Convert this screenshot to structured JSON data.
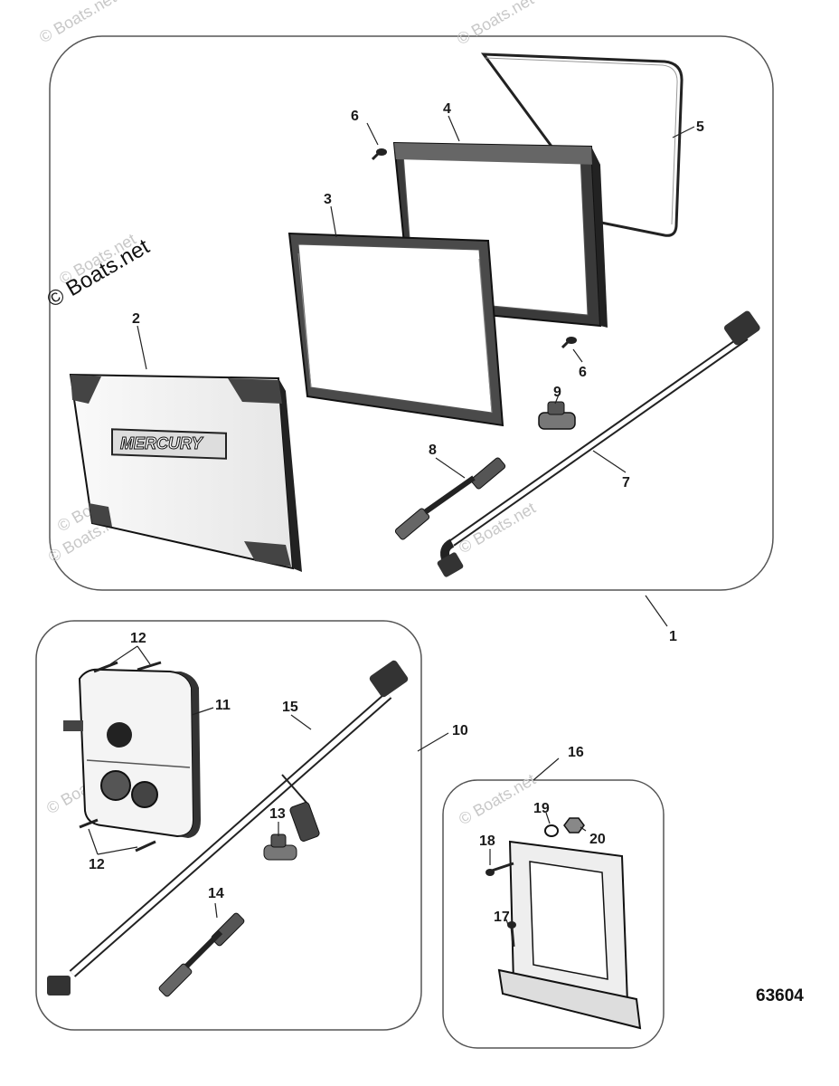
{
  "watermark": {
    "text": "© Boats.net",
    "color_light": "#c8c8c8",
    "color_dark": "#111111"
  },
  "diagram_id": "63604",
  "brand_label": "MERCURY",
  "callouts": [
    {
      "id": "1",
      "text": "1"
    },
    {
      "id": "2",
      "text": "2"
    },
    {
      "id": "3",
      "text": "3"
    },
    {
      "id": "4",
      "text": "4"
    },
    {
      "id": "5",
      "text": "5"
    },
    {
      "id": "6a",
      "text": "6"
    },
    {
      "id": "6b",
      "text": "6"
    },
    {
      "id": "7",
      "text": "7"
    },
    {
      "id": "8",
      "text": "8"
    },
    {
      "id": "9",
      "text": "9"
    },
    {
      "id": "10",
      "text": "10"
    },
    {
      "id": "11",
      "text": "11"
    },
    {
      "id": "12a",
      "text": "12"
    },
    {
      "id": "12b",
      "text": "12"
    },
    {
      "id": "13",
      "text": "13"
    },
    {
      "id": "14",
      "text": "14"
    },
    {
      "id": "15",
      "text": "15"
    },
    {
      "id": "16",
      "text": "16"
    },
    {
      "id": "17",
      "text": "17"
    },
    {
      "id": "18",
      "text": "18"
    },
    {
      "id": "19",
      "text": "19"
    },
    {
      "id": "20",
      "text": "20"
    }
  ]
}
